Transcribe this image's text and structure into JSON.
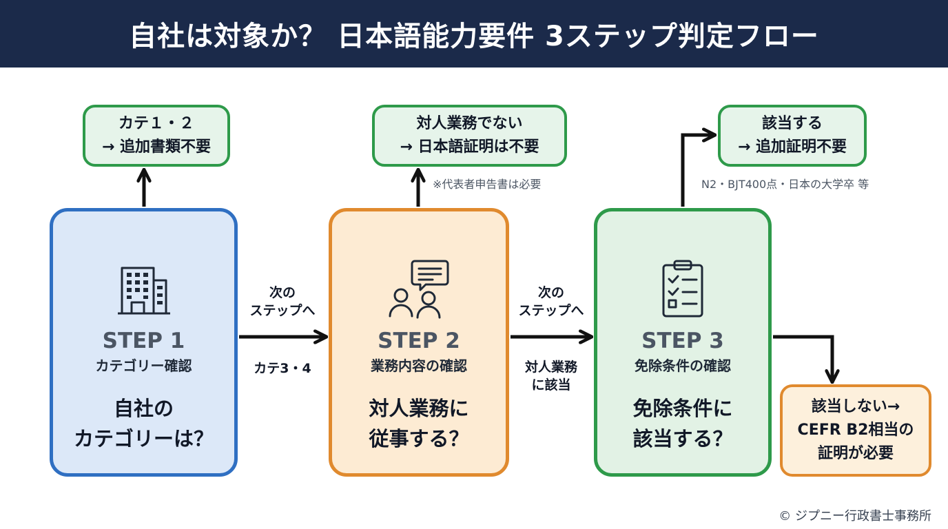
{
  "header": {
    "title": "自社は対象か？ 日本語能力要件 3ステップ判定フロー"
  },
  "steps": [
    {
      "label": "STEP 1",
      "title": "カテゴリー確認",
      "question": "自社の\nカテゴリーは？",
      "icon": "office-building-icon",
      "color": "#2f6fc2"
    },
    {
      "label": "STEP 2",
      "title": "業務内容の確認",
      "question": "対人業務に\n従事する？",
      "icon": "people-chat-icon",
      "color": "#e08a2e"
    },
    {
      "label": "STEP 3",
      "title": "免除条件の確認",
      "question": "免除条件に\n該当する？",
      "icon": "clipboard-checklist-icon",
      "color": "#2e9a4a"
    }
  ],
  "results": [
    {
      "line1": "カテ１・２",
      "line2": "→ 追加書類不要"
    },
    {
      "line1": "対人業務でない",
      "line2": "→ 日本語証明は不要",
      "note": "※代表者申告書は必要"
    },
    {
      "line1": "該当する",
      "line2": "→ 追加証明不要",
      "note": "N2・BJT400点・日本の大学卒 等"
    },
    {
      "line1": "該当しない→",
      "line2": "CEFR B2相当の",
      "line3": "証明が必要"
    }
  ],
  "arrow_labels": {
    "step1_to_2_top": "次の\nステップへ",
    "step1_to_2_bottom": "カテ3・4",
    "step2_to_3_top": "次の\nステップへ",
    "step2_to_3_bottom": "対人業務\nに該当"
  },
  "footer": {
    "copyright": "© ジプニー行政書士事務所"
  },
  "colors": {
    "header_bg": "#1b2a4a",
    "blue": "#2f6fc2",
    "orange": "#e08a2e",
    "green": "#2e9a4a"
  }
}
